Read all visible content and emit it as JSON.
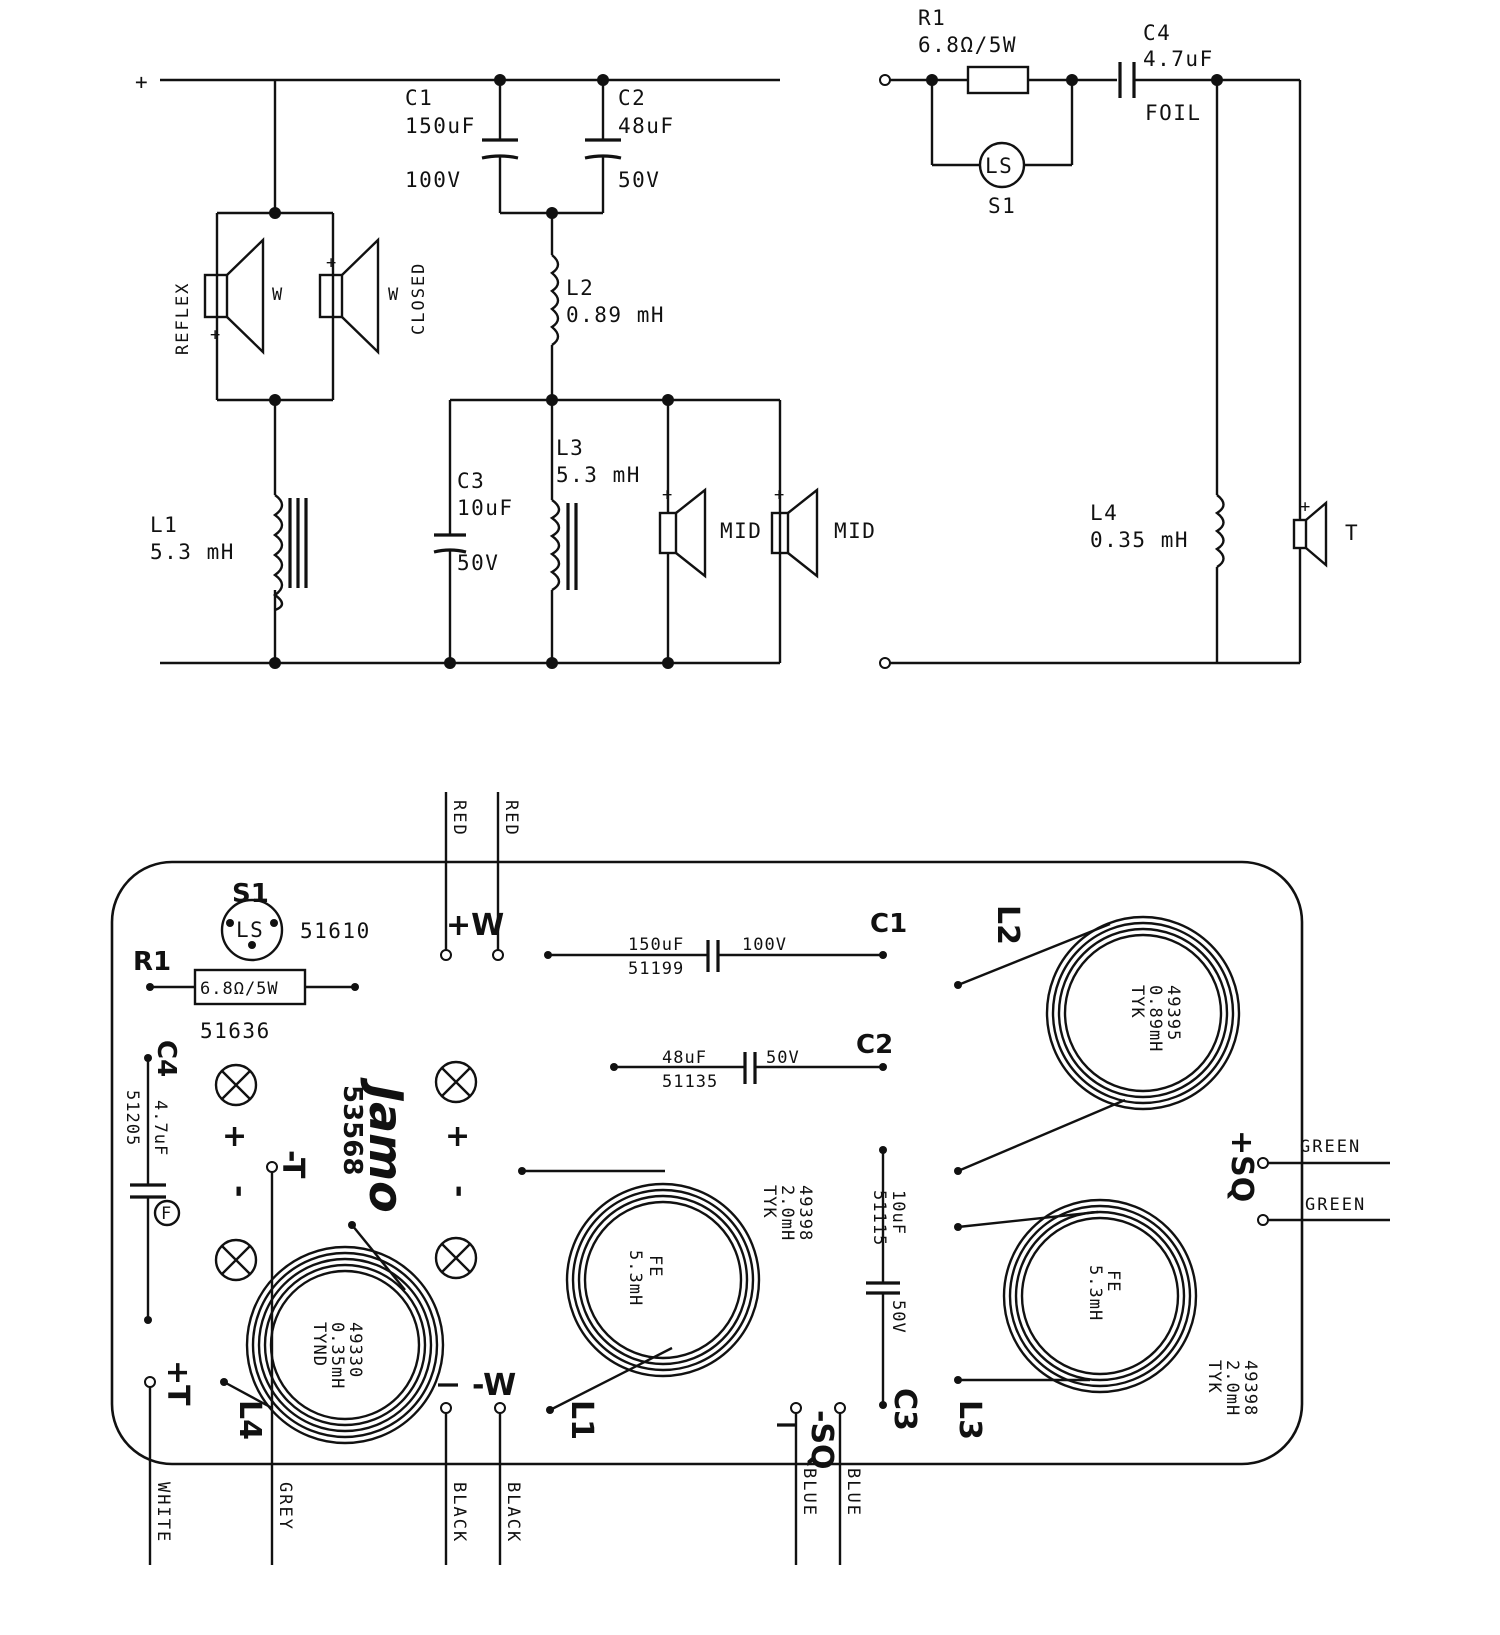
{
  "schematic_left": {
    "plus_mark": "+",
    "c1": {
      "name": "C1",
      "value": "150uF",
      "voltage": "100V"
    },
    "c2": {
      "name": "C2",
      "value": "48uF",
      "voltage": "50V"
    },
    "l2": {
      "name": "L2",
      "value": "0.89 mH"
    },
    "l1": {
      "name": "L1",
      "value": "5.3 mH"
    },
    "c3": {
      "name": "C3",
      "value": "10uF",
      "voltage": "50V"
    },
    "l3": {
      "name": "L3",
      "value": "5.3 mH"
    },
    "woofer_reflex": {
      "label": "REFLEX",
      "driver": "W",
      "polarity": "+"
    },
    "woofer_closed": {
      "label": "CLOSED",
      "driver": "W",
      "polarity": "+"
    },
    "mid1": {
      "label": "MID",
      "polarity": "+"
    },
    "mid2": {
      "label": "MID",
      "polarity": "+"
    }
  },
  "schematic_right": {
    "r1": {
      "name": "R1",
      "value": "6.8Ω/5W"
    },
    "c4": {
      "name": "C4",
      "value": "4.7uF",
      "type": "FOIL"
    },
    "s1": {
      "symbol": "LS",
      "name": "S1"
    },
    "l4": {
      "name": "L4",
      "value": "0.35 mH"
    },
    "tweeter": {
      "label": "T",
      "polarity": "+"
    }
  },
  "board": {
    "s1": {
      "name": "S1",
      "symbol": "LS",
      "part": "51610"
    },
    "r1": {
      "name": "R1",
      "value": "6.8Ω/5W",
      "part": "51636"
    },
    "c4": {
      "name": "C4",
      "value": "4.7uF",
      "part": "51205",
      "mark": "F"
    },
    "c1": {
      "name": "C1",
      "value": "150uF",
      "part": "51199",
      "voltage": "100V"
    },
    "c2": {
      "name": "C2",
      "value": "48uF",
      "part": "51135",
      "voltage": "50V"
    },
    "c3": {
      "name": "C3",
      "value": "10uF",
      "part": "51115",
      "voltage": "50V"
    },
    "l2": {
      "name": "L2",
      "part": "49395",
      "value": "0.89mH",
      "type": "TYK"
    },
    "l1": {
      "name": "L1",
      "part": "49398",
      "value": "2.0mH",
      "type": "TYK",
      "core": "FE",
      "core_value": "5.3mH"
    },
    "l3": {
      "name": "L3",
      "part": "49398",
      "value": "2.0mH",
      "type": "TYK",
      "core": "FE",
      "core_value": "5.3mH"
    },
    "l4": {
      "name": "L4",
      "part": "49330",
      "value": "0.35mH",
      "type": "TYND"
    },
    "logo": {
      "brand": "Jamo",
      "code": "53568"
    },
    "terminals": {
      "plus_w": "+W",
      "minus_w": "-W",
      "plus_t": "+T",
      "minus_t": "-T",
      "plus_sq": "+SQ",
      "minus_sq": "-SQ",
      "plus": "+",
      "minus": "-"
    },
    "wires": {
      "red1": "RED",
      "red2": "RED",
      "green1": "GREEN",
      "green2": "GREEN",
      "white": "WHITE",
      "grey": "GREY",
      "black1": "BLACK",
      "black2": "BLACK",
      "blue1": "BLUE",
      "blue2": "BLUE"
    }
  }
}
